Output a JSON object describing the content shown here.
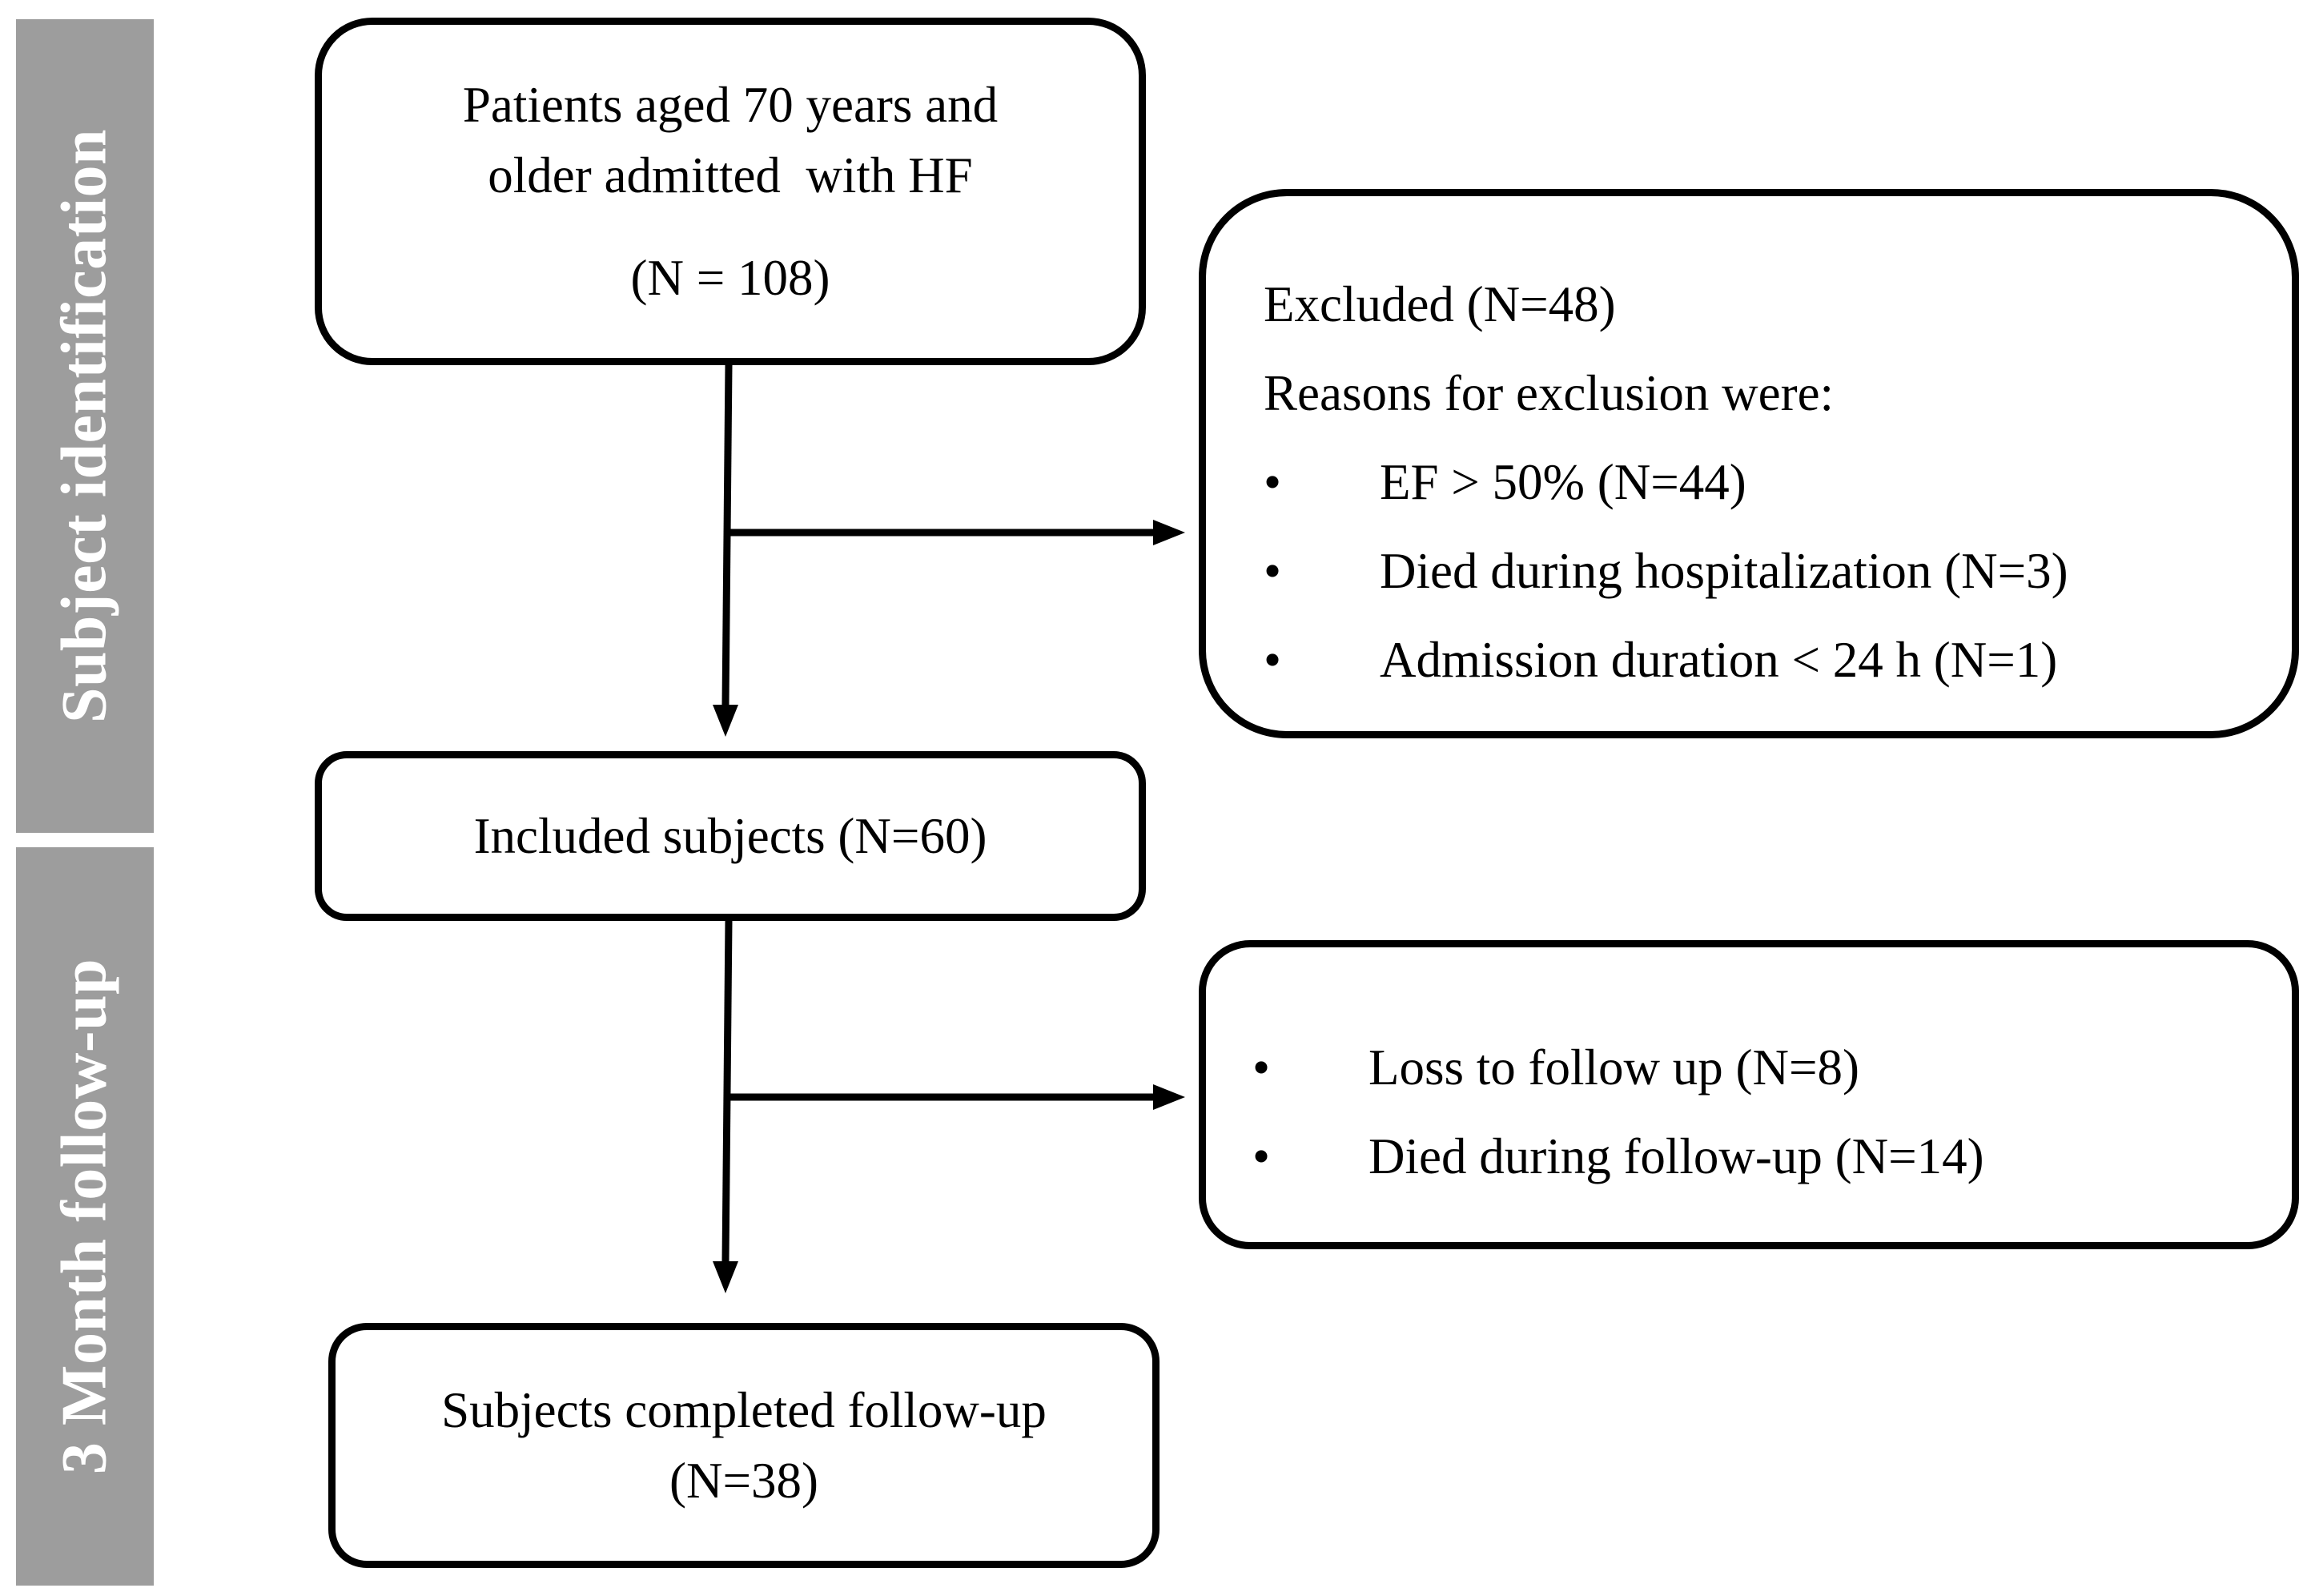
{
  "side_labels": {
    "identification": "Subject identification",
    "followup": "3 Month follow-up"
  },
  "patients_box": {
    "line1": "Patients aged 70 years and",
    "line2": "older admitted  with HF",
    "line3": "(N = 108)"
  },
  "excluded_box": {
    "title": "Excluded (N=48)",
    "subtitle": "Reasons for exclusion were:",
    "items": [
      "EF > 50% (N=44)",
      "Died during hospitalization (N=3)",
      "Admission duration < 24 h (N=1)"
    ]
  },
  "included_box": {
    "label": "Included subjects (N=60)"
  },
  "followup_loss_box": {
    "items": [
      "Loss to follow up (N=8)",
      "Died during follow-up (N=14)"
    ]
  },
  "completed_box": {
    "line1": "Subjects completed follow-up",
    "line2": "(N=38)"
  },
  "bullet_symbol": "•"
}
